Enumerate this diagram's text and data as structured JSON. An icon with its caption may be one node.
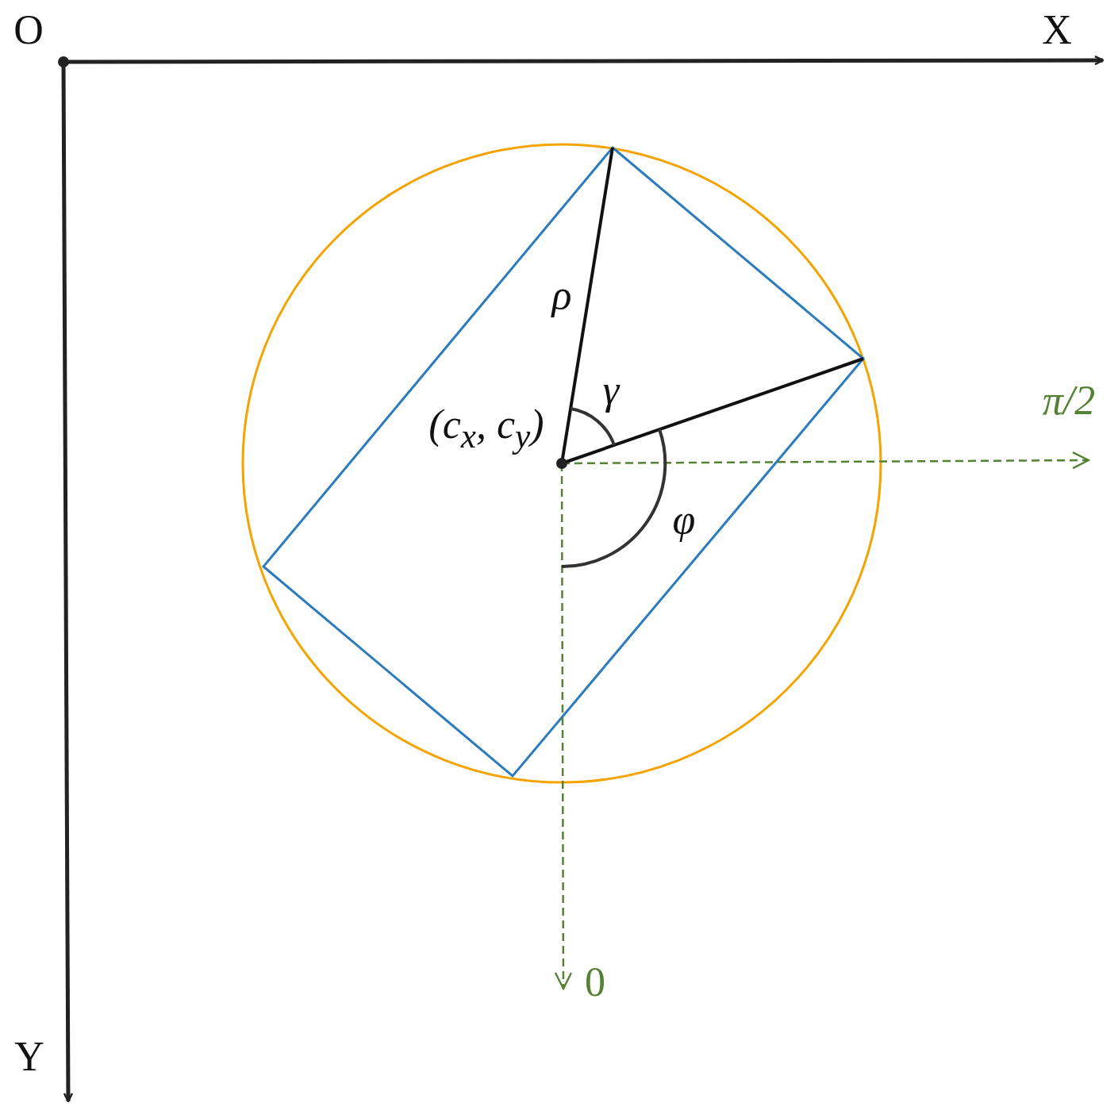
{
  "diagram": {
    "labels": [
      "O",
      "X",
      "ρ",
      "γ",
      "(c$_{x}$, c$_{y}$)",
      "π/2",
      "φ",
      "0",
      "Y"
    ]
  }
}
